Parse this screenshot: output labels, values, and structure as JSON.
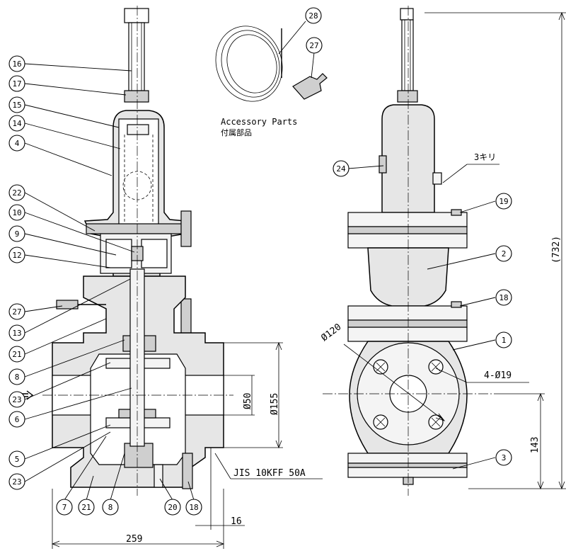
{
  "accessory": {
    "title": "Accessory Parts",
    "title_ja": "付属部品"
  },
  "callouts_left": [
    "16",
    "17",
    "15",
    "14",
    "4",
    "22",
    "10",
    "9",
    "12",
    "27",
    "13",
    "21",
    "8",
    "23",
    "6",
    "5",
    "23"
  ],
  "callouts_bottom": [
    "7",
    "21",
    "8",
    "20",
    "18"
  ],
  "callouts_right": [
    "19",
    "2",
    "18",
    "1",
    "3",
    "24"
  ],
  "callouts_accessory": [
    "28",
    "27"
  ],
  "dimensions": {
    "overall_width": "259",
    "flange_offset": "16",
    "flange_bolt_circle": "Ø155",
    "port_diameter": "Ø50",
    "flange_face_diameter": "Ø120",
    "bolt_holes": "4-Ø19",
    "overall_height": "(732)",
    "center_height": "143",
    "drill_note": "3キリ",
    "flange_standard": "JIS 10KFF 50A"
  }
}
